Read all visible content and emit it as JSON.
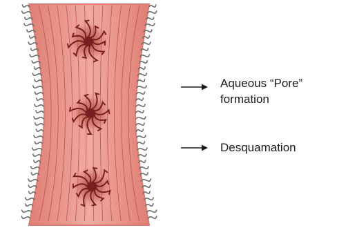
{
  "labels": {
    "pore_line1": "Aqueous “Pore”",
    "pore_line2": "formation",
    "desquamation": "Desquamation"
  },
  "colors": {
    "tissue_fill": "#e99d93",
    "tissue_edge": "#d97a70",
    "tissue_line": "#b2473f",
    "pore_core": "#7a1f1f",
    "pore_halo": "#c7675c",
    "hair": "#6d6d6d",
    "arrow": "#1a1a1a"
  }
}
